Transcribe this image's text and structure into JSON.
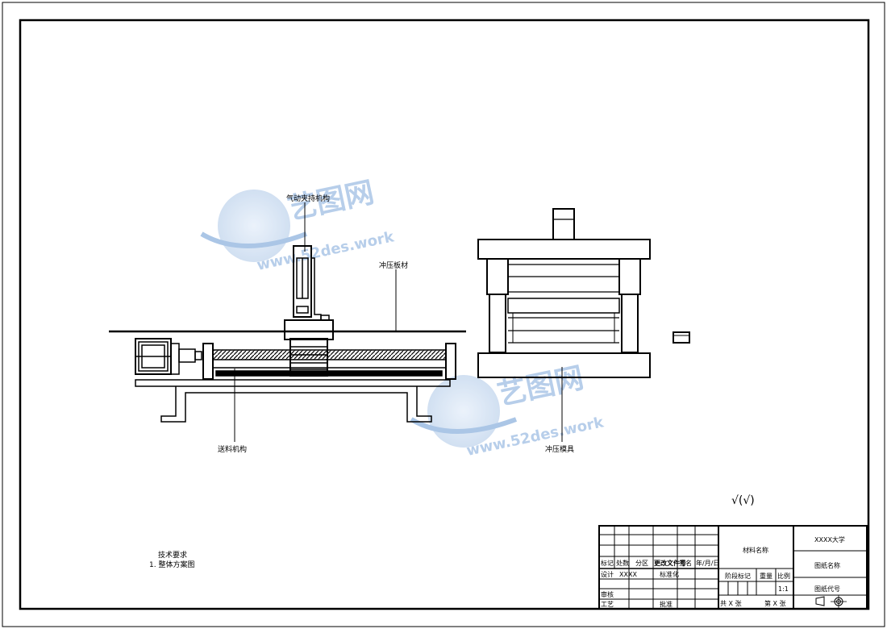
{
  "labels": {
    "pneumatic": "气动夹持机构",
    "sheet": "冲压板材",
    "feed": "送料机构",
    "die": "冲压模具"
  },
  "roughness": "√(√)",
  "tech": {
    "title": "技术要求",
    "item1": "1.  整体方案图"
  },
  "title_block": {
    "university": "XXXX大学",
    "material": "材料名称",
    "drawing_name": "图纸名称",
    "drawing_code": "图纸代号",
    "row_header": [
      "标记",
      "处数",
      "分区",
      "更改文件号",
      "签名",
      "年/月/日"
    ],
    "design": "设计",
    "designer": "XXXX",
    "standardization": "标准化",
    "stage_mark": "阶段标记",
    "weight": "重量",
    "scale_label": "比例",
    "scale": "1:1",
    "review": "审核",
    "process": "工艺",
    "approve": "批准",
    "total_sheets": "共  X  张",
    "sheet_no": "第  X  张"
  },
  "watermark": {
    "brand": "艺图网",
    "url": "www.52des.work"
  },
  "colors": {
    "line": "#000000",
    "watermark": "#8fb3de"
  }
}
